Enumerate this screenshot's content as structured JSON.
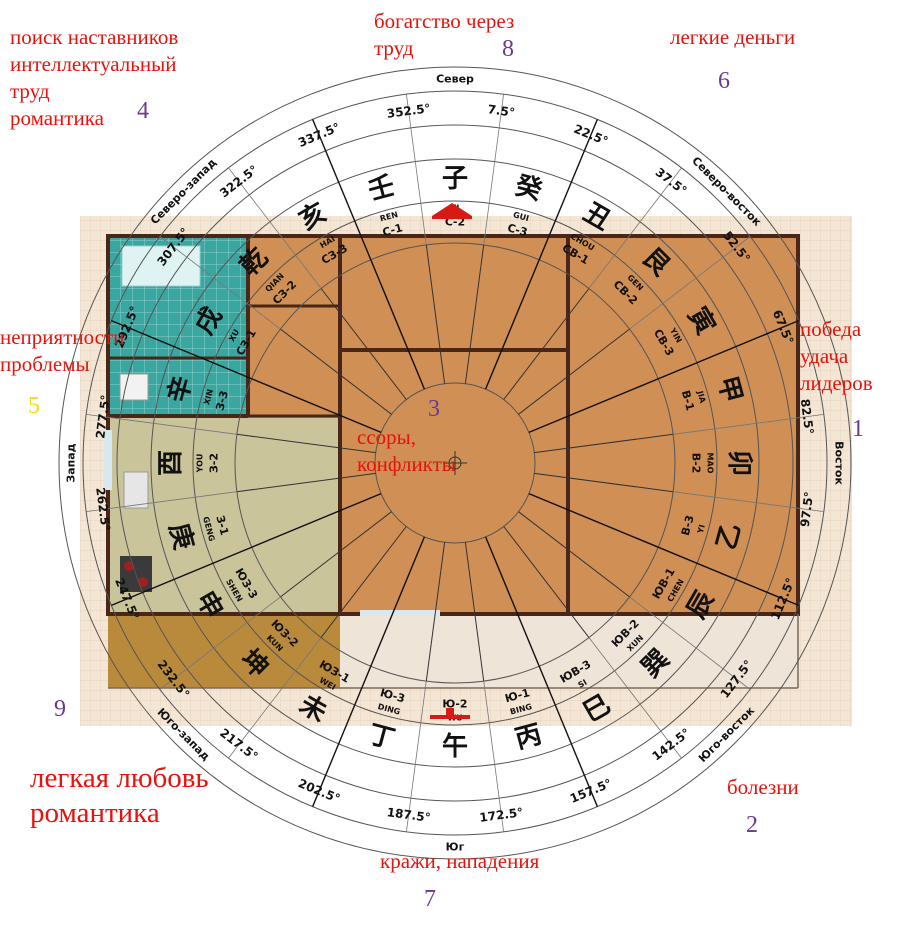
{
  "compass": {
    "north": "Север",
    "south": "Юг",
    "east": "Восток",
    "west": "Запад",
    "northeast": "Северо-восток",
    "northwest": "Северо-запад",
    "southeast": "Юго-восток",
    "southwest": "Юго-запад"
  },
  "degrees": [
    {
      "a": 352.5,
      "t": "352.5°"
    },
    {
      "a": 7.5,
      "t": "7.5°"
    },
    {
      "a": 22.5,
      "t": "22.5°"
    },
    {
      "a": 37.5,
      "t": "37.5°"
    },
    {
      "a": 52.5,
      "t": "52.5°"
    },
    {
      "a": 67.5,
      "t": "67.5°"
    },
    {
      "a": 82.5,
      "t": "82.5°"
    },
    {
      "a": 97.5,
      "t": "97.5°"
    },
    {
      "a": 112.5,
      "t": "112.5°"
    },
    {
      "a": 127.5,
      "t": "127.5°"
    },
    {
      "a": 142.5,
      "t": "142.5°"
    },
    {
      "a": 157.5,
      "t": "157.5°"
    },
    {
      "a": 172.5,
      "t": "172.5°"
    },
    {
      "a": 187.5,
      "t": "187.5°"
    },
    {
      "a": 202.5,
      "t": "202.5°"
    },
    {
      "a": 217.5,
      "t": "217.5°"
    },
    {
      "a": 232.5,
      "t": "232.5°"
    },
    {
      "a": 247.5,
      "t": "247.5°"
    },
    {
      "a": 262.5,
      "t": "262.5°"
    },
    {
      "a": 277.5,
      "t": "277.5°"
    },
    {
      "a": 292.5,
      "t": "292.5°"
    },
    {
      "a": 307.5,
      "t": "307.5°"
    },
    {
      "a": 322.5,
      "t": "322.5°"
    },
    {
      "a": 337.5,
      "t": "337.5°"
    }
  ],
  "mountains": [
    {
      "a": 0,
      "glyph": "子",
      "pinyin": "ZI",
      "code": "С-2"
    },
    {
      "a": 15,
      "glyph": "癸",
      "pinyin": "GUI",
      "code": "С-3"
    },
    {
      "a": 30,
      "glyph": "丑",
      "pinyin": "CHOU",
      "code": "СВ-1"
    },
    {
      "a": 45,
      "glyph": "艮",
      "pinyin": "GEN",
      "code": "СВ-2"
    },
    {
      "a": 60,
      "glyph": "寅",
      "pinyin": "YIN",
      "code": "СВ-3"
    },
    {
      "a": 75,
      "glyph": "甲",
      "pinyin": "JIA",
      "code": "В-1"
    },
    {
      "a": 90,
      "glyph": "卯",
      "pinyin": "MAO",
      "code": "В-2"
    },
    {
      "a": 105,
      "glyph": "乙",
      "pinyin": "YI",
      "code": "В-3"
    },
    {
      "a": 120,
      "glyph": "辰",
      "pinyin": "CHEN",
      "code": "ЮВ-1"
    },
    {
      "a": 135,
      "glyph": "巽",
      "pinyin": "XUN",
      "code": "ЮВ-2"
    },
    {
      "a": 150,
      "glyph": "巳",
      "pinyin": "SI",
      "code": "ЮВ-3"
    },
    {
      "a": 165,
      "glyph": "丙",
      "pinyin": "BING",
      "code": "Ю-1"
    },
    {
      "a": 180,
      "glyph": "午",
      "pinyin": "WU",
      "code": "Ю-2"
    },
    {
      "a": 195,
      "glyph": "丁",
      "pinyin": "DING",
      "code": "Ю-3"
    },
    {
      "a": 210,
      "glyph": "未",
      "pinyin": "WEI",
      "code": "ЮЗ-1"
    },
    {
      "a": 225,
      "glyph": "坤",
      "pinyin": "KUN",
      "code": "ЮЗ-2"
    },
    {
      "a": 240,
      "glyph": "申",
      "pinyin": "SHEN",
      "code": "ЮЗ-3"
    },
    {
      "a": 255,
      "glyph": "庚",
      "pinyin": "GENG",
      "code": "З-1"
    },
    {
      "a": 270,
      "glyph": "酉",
      "pinyin": "YOU",
      "code": "З-2"
    },
    {
      "a": 285,
      "glyph": "辛",
      "pinyin": "XIN",
      "code": "З-3"
    },
    {
      "a": 300,
      "glyph": "戌",
      "pinyin": "XU",
      "code": "СЗ-1"
    },
    {
      "a": 315,
      "glyph": "乾",
      "pinyin": "QIAN",
      "code": "СЗ-2"
    },
    {
      "a": 330,
      "glyph": "亥",
      "pinyin": "HAI",
      "code": "СЗ-3"
    },
    {
      "a": 345,
      "glyph": "壬",
      "pinyin": "REN",
      "code": "С-1"
    }
  ],
  "notes": {
    "nw": {
      "lines": [
        "поиск наставников",
        "интеллектуальный",
        "труд",
        "романтика"
      ],
      "num": "4"
    },
    "n": {
      "lines": [
        "богатство через",
        "труд"
      ],
      "num": "8"
    },
    "ne": {
      "lines": [
        "легкие деньги"
      ],
      "num": "6"
    },
    "e": {
      "lines": [
        "победа",
        "удача",
        "лидеров"
      ],
      "num": "1"
    },
    "w": {
      "lines": [
        "неприятности",
        "проблемы"
      ],
      "num": "5"
    },
    "center": {
      "lines": [
        "ссоры,",
        "конфликты"
      ],
      "num": "3"
    },
    "sw": {
      "lines": [
        "легкая любовь",
        "романтика"
      ],
      "num": "9"
    },
    "se": {
      "lines": [
        "болезни"
      ],
      "num": "2"
    },
    "s": {
      "lines": [
        "кражи, нападения"
      ],
      "num": "7"
    }
  },
  "colors": {
    "note_red": "#e8120c",
    "number_purple": "#6b3a8c",
    "number_yellow": "#f2e200",
    "marker_red": "#d81a14",
    "floor_wood": "#cf8f55",
    "tile_teal": "#3aa6a0",
    "carpet": "#c9c49a",
    "terrace": "#b98a3c",
    "wall": "#4a2618"
  }
}
